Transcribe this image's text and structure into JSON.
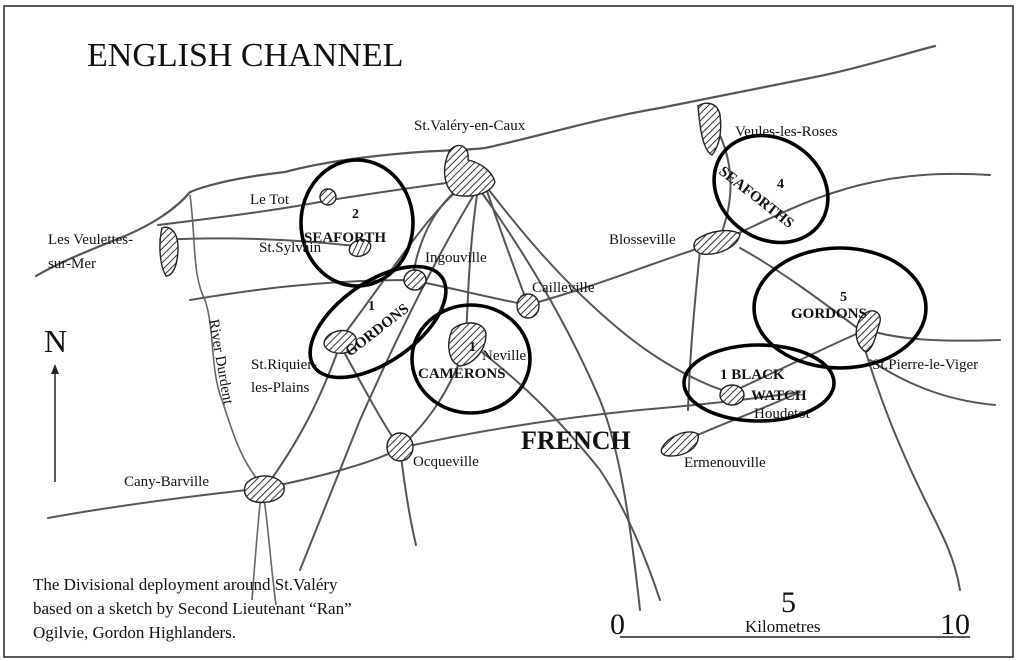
{
  "map": {
    "title": "ENGLISH CHANNEL",
    "french_label": "FRENCH",
    "river": "River Durdent",
    "north": "N",
    "caption": [
      "The Divisional deployment around St.Valéry",
      "based on a sketch by Second Lieutenant “Ran”",
      "Ogilvie, Gordon Highlanders."
    ],
    "scale": {
      "start": "0",
      "mid": "5",
      "end": "10",
      "unit": "Kilometres"
    },
    "towns": {
      "st_valery": "St.Valéry-en-Caux",
      "veules": "Veules-les-Roses",
      "le_tot": "Le Tot",
      "st_sylvain": "St.Sylvain",
      "veulettes_1": "Les Veulettes-",
      "veulettes_2": "sur-Mer",
      "ingouville": "Ingouville",
      "cailleville": "Cailleville",
      "blosseville": "Blosseville",
      "st_riquier_1": "St.Riquier-",
      "st_riquier_2": "les-Plains",
      "neville": "Neville",
      "st_pierre": "St.Pierre-le-Viger",
      "houdetot": "Houdetot",
      "ermenouville": "Ermenouville",
      "ocqueville": "Ocqueville",
      "cany": "Cany-Barville"
    },
    "units": {
      "u2_num": "2",
      "u2_name": "SEAFORTH",
      "u1_num": "1",
      "u1_name": "GORDONS",
      "u_cam_num": "1",
      "u_cam_name": "CAMERONS",
      "u4_num": "4",
      "u4_name": "SEAFORTHS",
      "u5_num": "5",
      "u5_name": "GORDONS",
      "bw_line1": "1 BLACK",
      "bw_line2": "WATCH"
    }
  }
}
